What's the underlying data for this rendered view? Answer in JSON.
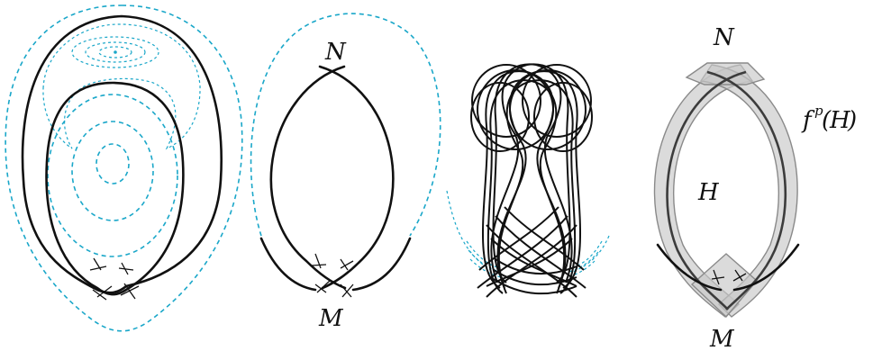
{
  "labels": {
    "panel2_top": "N",
    "panel2_bottom": "M",
    "panel4_top": "N",
    "panel4_bottom": "M",
    "panel4_inner": "H",
    "panel4_image_f": "f",
    "panel4_image_exp": "p",
    "panel4_image_arg": "H"
  },
  "colors": {
    "curve": "#111111",
    "dashed_cyan": "#1aa7c9",
    "band_fill": "#c8c8c8",
    "band_edge": "#8a8a8a"
  }
}
